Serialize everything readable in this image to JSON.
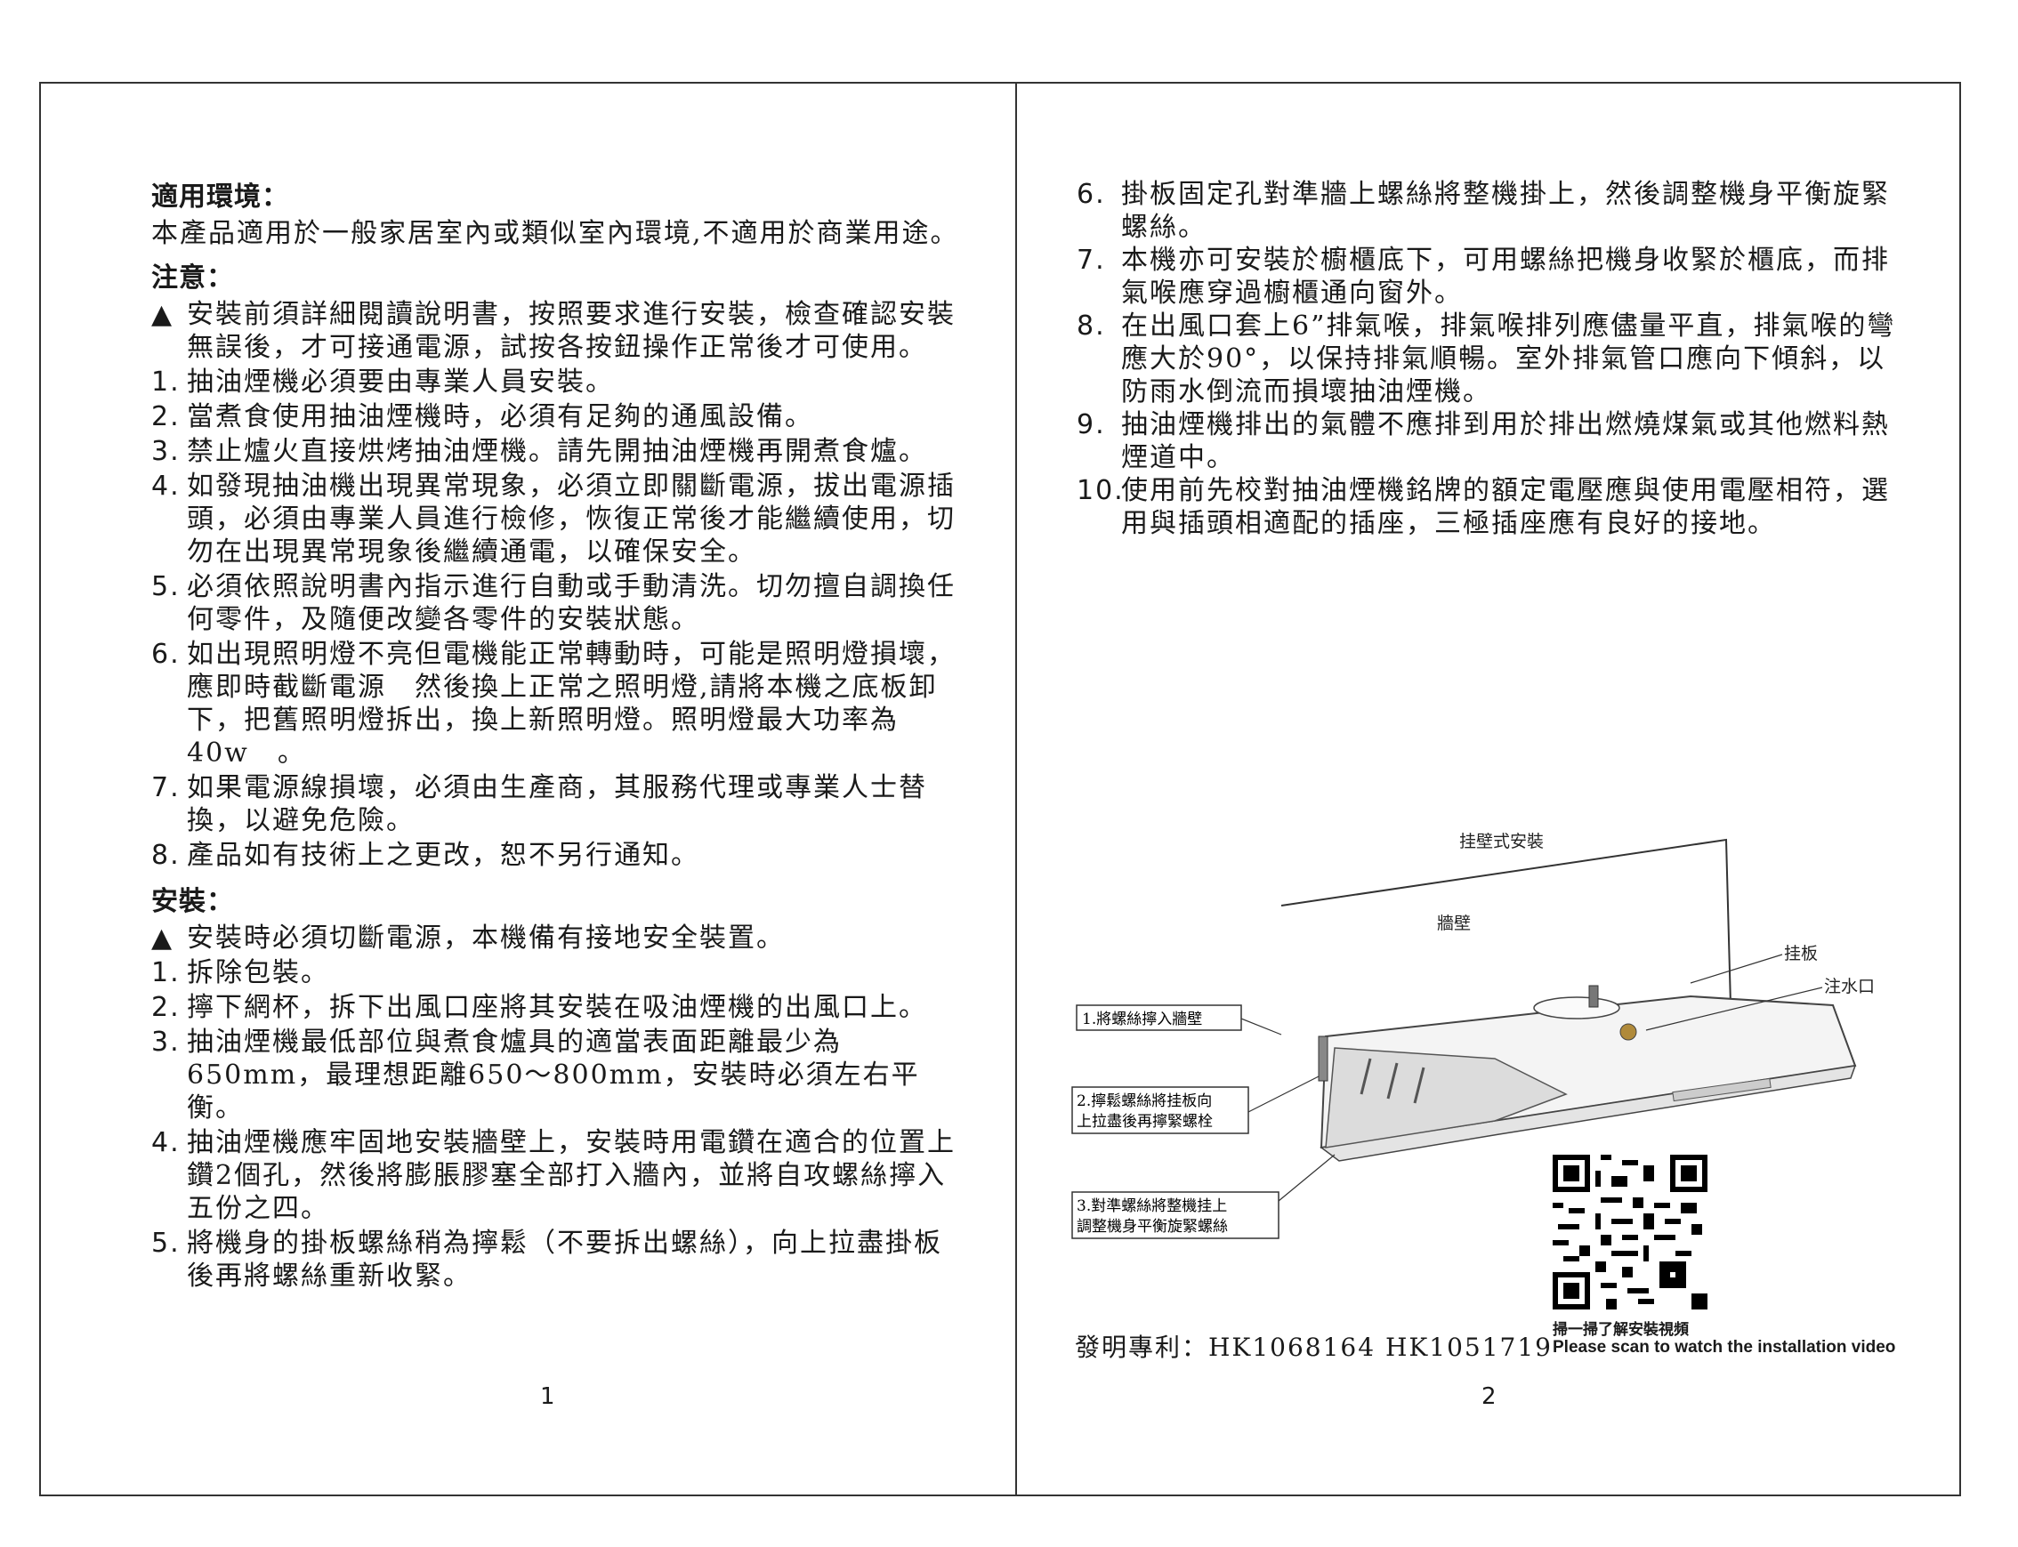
{
  "left": {
    "env_heading": "適用環境：",
    "env_text": "本產品適用於一般家居室內或類似室內環境,不適用於商業用途。",
    "notice_heading": "注意：",
    "notice_items": [
      {
        "num": "▲",
        "text": "安裝前須詳細閱讀說明書，按照要求進行安裝，檢查確認安裝無誤後，才可接通電源，試按各按鈕操作正常後才可使用。"
      },
      {
        "num": "1.",
        "text": "抽油煙機必須要由專業人員安裝。"
      },
      {
        "num": "2.",
        "text": "當煮食使用抽油煙機時，必須有足夠的通風設備。"
      },
      {
        "num": "3.",
        "text": "禁止爐火直接烘烤抽油煙機。請先開抽油煙機再開煮食爐。"
      },
      {
        "num": "4.",
        "text": "如發現抽油機出現異常現象，必須立即關斷電源，拔出電源插頭，必須由專業人員進行檢修，恢復正常後才能繼續使用，切勿在出現異常現象後繼續通電，以確保安全。"
      },
      {
        "num": "5.",
        "text": "必須依照說明書內指示進行自動或手動清洗。切勿擅自調換任何零件，及隨便改變各零件的安裝狀態。"
      },
      {
        "num": "6.",
        "text": "如出現照明燈不亮但電機能正常轉動時，可能是照明燈損壞，應即時截斷電源　然後換上正常之照明燈,請將本機之底板卸下，把舊照明燈拆出，換上新照明燈。照明燈最大功率為40w　。"
      },
      {
        "num": "7.",
        "text": "如果電源線損壞，必須由生產商，其服務代理或專業人士替換，以避免危險。"
      },
      {
        "num": "8.",
        "text": "產品如有技術上之更改，恕不另行通知。"
      }
    ],
    "install_heading": "安裝：",
    "install_items": [
      {
        "num": "▲",
        "text": "安裝時必須切斷電源，本機備有接地安全裝置。"
      },
      {
        "num": "1.",
        "text": "拆除包裝。"
      },
      {
        "num": "2.",
        "text": "擰下網杯，拆下出風口座將其安裝在吸油煙機的出風口上。"
      },
      {
        "num": "3.",
        "text": "抽油煙機最低部位與煮食爐具的適當表面距離最少為650mm，最理想距離650～800mm，安裝時必須左右平衡。"
      },
      {
        "num": "4.",
        "text": "抽油煙機應牢固地安裝牆壁上，安裝時用電鑽在適合的位置上鑽2個孔，然後將膨脹膠塞全部打入牆內，並將自攻螺絲擰入五份之四。"
      },
      {
        "num": "5.",
        "text": "將機身的掛板螺絲稍為擰鬆（不要拆出螺絲），向上拉盡掛板後再將螺絲重新收緊。"
      }
    ],
    "page_number": "1"
  },
  "right": {
    "items": [
      {
        "num": "6.",
        "text": "掛板固定孔對準牆上螺絲將整機掛上，然後調整機身平衡旋緊螺絲。"
      },
      {
        "num": "7.",
        "text": "本機亦可安裝於櫥櫃底下，可用螺絲把機身收緊於櫃底，而排氣喉應穿過櫥櫃通向窗外。"
      },
      {
        "num": "8.",
        "text": "在出風口套上6”排氣喉，排氣喉排列應儘量平直，排氣喉的彎應大於90°，以保持排氣順暢。室外排氣管口應向下傾斜，以防雨水倒流而損壞抽油煙機。"
      },
      {
        "num": "9.",
        "text": "抽油煙機排出的氣體不應排到用於排出燃燒煤氣或其他燃料熱煙道中。"
      },
      {
        "num": "10.",
        "text": "使用前先校對抽油煙機銘牌的額定電壓應與使用電壓相符，選用與插頭相適配的插座，三極插座應有良好的接地。"
      }
    ],
    "diagram": {
      "title": "挂壁式安裝",
      "wall_label": "牆壁",
      "hang_plate_label": "挂板",
      "water_inlet_label": "注水口",
      "step1": "1.將螺絲擰入牆壁",
      "step2_line1": "2.擰鬆螺絲將挂板向",
      "step2_line2": "上拉盡後再擰緊螺栓",
      "step3_line1": "3.對準螺絲將整機挂上",
      "step3_line2": "調整機身平衡旋緊螺絲"
    },
    "patent": "發明專利：HK1068164  HK1051719",
    "qr_caption_cn": "掃一掃了解安裝視頻",
    "qr_caption_en": "Please scan to watch the installation video",
    "page_number": "2"
  }
}
